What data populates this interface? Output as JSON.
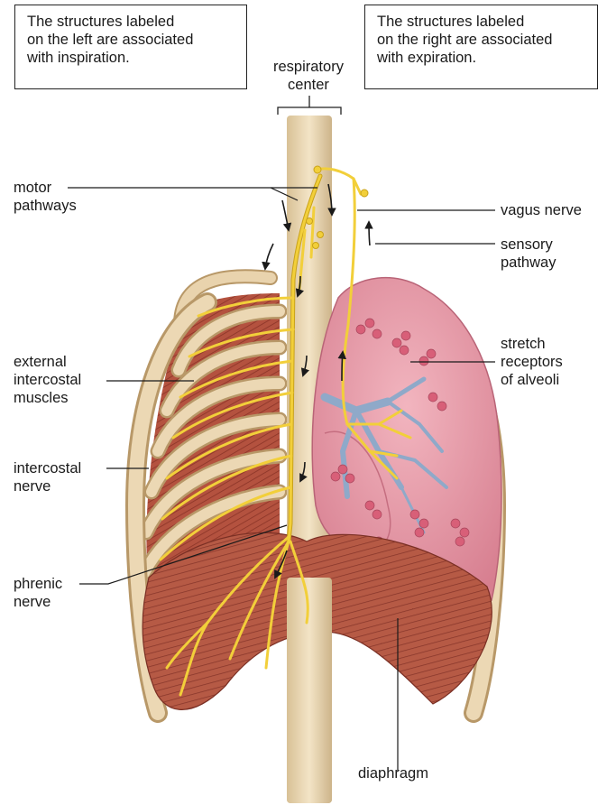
{
  "boxes": {
    "inspiration": [
      "The structures labeled",
      "on the left are associated",
      "with inspiration."
    ],
    "expiration": [
      "The structures labeled",
      "on the right are associated",
      "with expiration."
    ]
  },
  "labels": {
    "respiratory_center": [
      "respiratory",
      "center"
    ],
    "motor_pathways": [
      "motor",
      "pathways"
    ],
    "external_intercostal_muscles": [
      "external",
      "intercostal",
      "muscles"
    ],
    "intercostal_nerve": [
      "intercostal",
      "nerve"
    ],
    "phrenic_nerve": [
      "phrenic",
      "nerve"
    ],
    "vagus_nerve": [
      "vagus nerve"
    ],
    "sensory_pathway": [
      "sensory",
      "pathway"
    ],
    "stretch_receptors": [
      "stretch",
      "receptors",
      "of alveoli"
    ],
    "diaphragm": [
      "diaphragm"
    ]
  },
  "colors": {
    "nerve": "#f2cf3a",
    "nerve_outline": "#c9a21a",
    "muscle": "#b4523f",
    "muscle_dark": "#8a3427",
    "rib": "#e9d3ad",
    "rib_edge": "#b89868",
    "lung": "#e59aa6",
    "lung_dark": "#c56e80",
    "bronchi": "#8fa9c9",
    "spine": "#ead7b3"
  }
}
